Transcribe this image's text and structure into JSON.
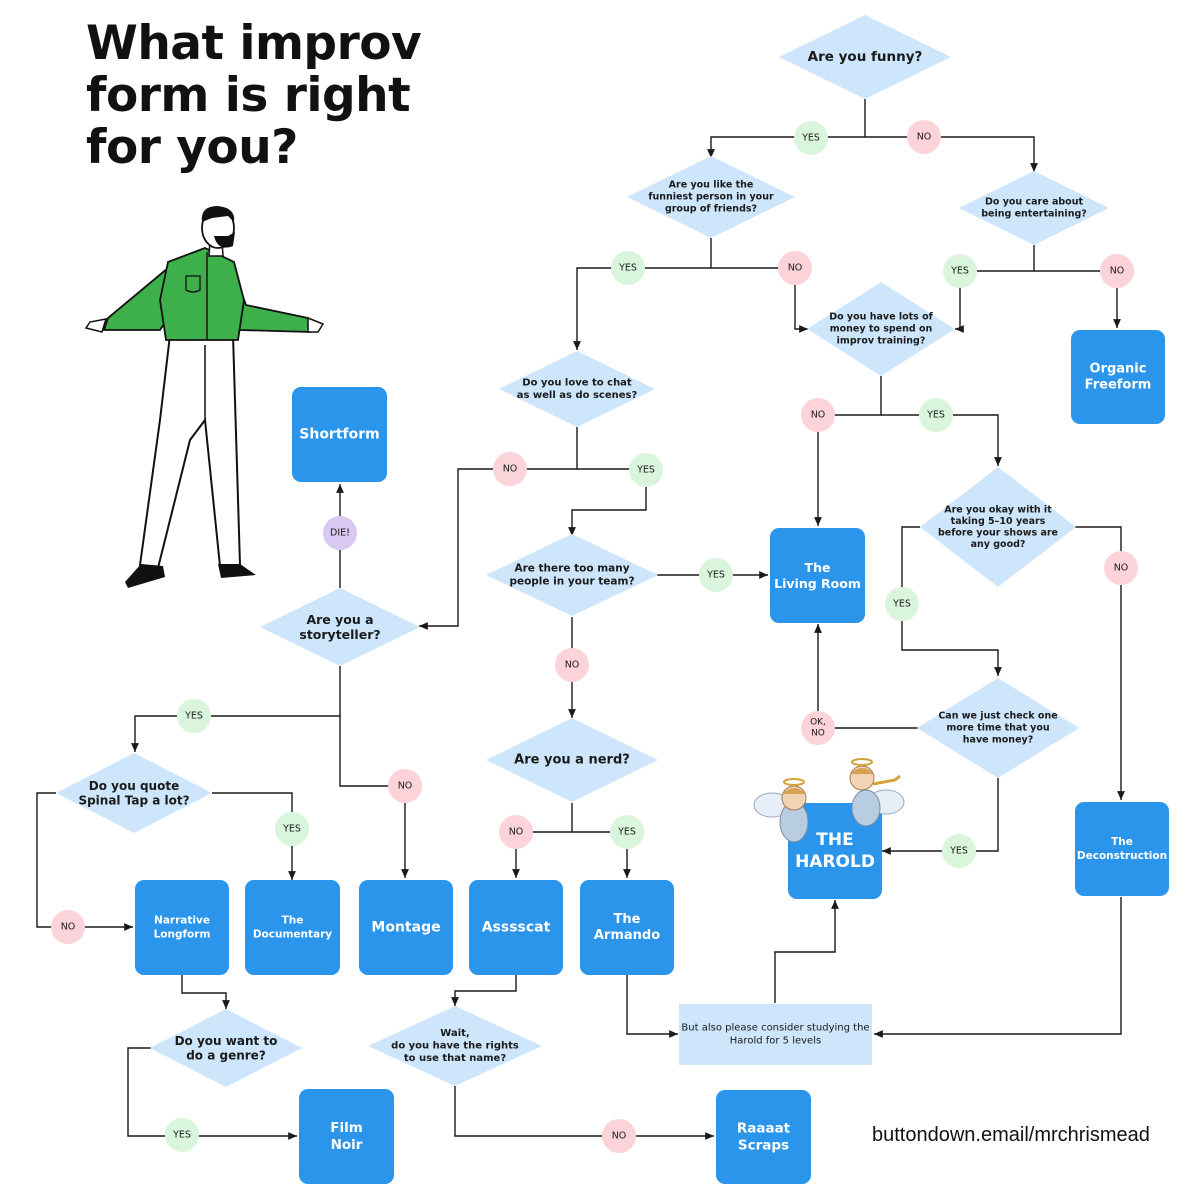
{
  "title": "What improv form is right for you?",
  "title_lines": [
    "What improv",
    "form is right",
    "for you?"
  ],
  "footer": "buttondown.email/mrchrismead",
  "colors": {
    "decision": "#cde6fb",
    "outcome": "#2b95ec",
    "note": "#cde6fb",
    "yes_badge": "#d9f5dc",
    "no_badge": "#fbd3d8",
    "die_badge": "#d9c8f1",
    "connector": "#1a1a1a",
    "figure_shirt": "#3db04b"
  },
  "decisions": [
    {
      "id": "funny",
      "lines": [
        "Are you funny?"
      ]
    },
    {
      "id": "funniest",
      "lines": [
        "Are you like the",
        "funniest person in your",
        "group of friends?"
      ]
    },
    {
      "id": "entertaining",
      "lines": [
        "Do you care about",
        "being entertaining?"
      ]
    },
    {
      "id": "money",
      "lines": [
        "Do you have lots of",
        "money to spend on",
        "improv training?"
      ]
    },
    {
      "id": "chat",
      "lines": [
        "Do you love to chat",
        "as well as do scenes?"
      ]
    },
    {
      "id": "years",
      "lines": [
        "Are you okay with it",
        "taking 5–10 years",
        "before your shows are",
        "any good?"
      ]
    },
    {
      "id": "team",
      "lines": [
        "Are there too many",
        "people in your team?"
      ]
    },
    {
      "id": "storyteller",
      "lines": [
        "Are you a",
        "storyteller?"
      ]
    },
    {
      "id": "checkmoney",
      "lines": [
        "Can we just check one",
        "more time that you",
        "have money?"
      ]
    },
    {
      "id": "nerd",
      "lines": [
        "Are you a nerd?"
      ]
    },
    {
      "id": "spinaltap",
      "lines": [
        "Do you quote",
        "Spinal Tap a lot?"
      ]
    },
    {
      "id": "genre",
      "lines": [
        "Do you want to",
        "do a genre?"
      ]
    },
    {
      "id": "rights",
      "lines": [
        "Wait,",
        "do you have the rights",
        "to use that name?"
      ]
    }
  ],
  "outcomes": [
    {
      "id": "organic",
      "lines": [
        "Organic",
        "Freeform"
      ]
    },
    {
      "id": "shortform",
      "lines": [
        "Shortform"
      ]
    },
    {
      "id": "livingroom",
      "lines": [
        "The",
        "Living Room"
      ]
    },
    {
      "id": "harold",
      "lines": [
        "THE",
        "HAROLD"
      ]
    },
    {
      "id": "deconstruction",
      "lines": [
        "The",
        "Deconstruction"
      ]
    },
    {
      "id": "narrative",
      "lines": [
        "Narrative",
        "Longform"
      ]
    },
    {
      "id": "documentary",
      "lines": [
        "The",
        "Documentary"
      ]
    },
    {
      "id": "montage",
      "lines": [
        "Montage"
      ]
    },
    {
      "id": "asssscat",
      "lines": [
        "Asssscat"
      ]
    },
    {
      "id": "armando",
      "lines": [
        "The",
        "Armando"
      ]
    },
    {
      "id": "filmnoir",
      "lines": [
        "Film",
        "Noir"
      ]
    },
    {
      "id": "raaaat",
      "lines": [
        "Raaaat",
        "Scraps"
      ]
    }
  ],
  "note": {
    "id": "alsostudy",
    "lines": [
      "But also please consider studying the",
      "Harold for 5 levels"
    ]
  },
  "badges": [
    {
      "id": "funny-yes",
      "type": "yes",
      "lines": [
        "YES"
      ]
    },
    {
      "id": "funny-no",
      "type": "no",
      "lines": [
        "NO"
      ]
    },
    {
      "id": "funniest-yes",
      "type": "yes",
      "lines": [
        "YES"
      ]
    },
    {
      "id": "funniest-no",
      "type": "no",
      "lines": [
        "NO"
      ]
    },
    {
      "id": "entertaining-yes",
      "type": "yes",
      "lines": [
        "YES"
      ]
    },
    {
      "id": "entertaining-no",
      "type": "no",
      "lines": [
        "NO"
      ]
    },
    {
      "id": "money-no",
      "type": "no",
      "lines": [
        "NO"
      ]
    },
    {
      "id": "money-yes",
      "type": "yes",
      "lines": [
        "YES"
      ]
    },
    {
      "id": "chat-no",
      "type": "no",
      "lines": [
        "NO"
      ]
    },
    {
      "id": "chat-yes",
      "type": "yes",
      "lines": [
        "YES"
      ]
    },
    {
      "id": "years-no",
      "type": "no",
      "lines": [
        "NO"
      ]
    },
    {
      "id": "years-yes",
      "type": "yes",
      "lines": [
        "YES"
      ]
    },
    {
      "id": "team-yes",
      "type": "yes",
      "lines": [
        "YES"
      ]
    },
    {
      "id": "team-no",
      "type": "no",
      "lines": [
        "NO"
      ]
    },
    {
      "id": "story-die",
      "type": "die",
      "lines": [
        "DIE!"
      ]
    },
    {
      "id": "story-yes",
      "type": "yes",
      "lines": [
        "YES"
      ]
    },
    {
      "id": "story-no",
      "type": "no",
      "lines": [
        "NO"
      ]
    },
    {
      "id": "check-okno",
      "type": "no",
      "lines": [
        "OK,",
        "NO"
      ]
    },
    {
      "id": "check-yes",
      "type": "yes",
      "lines": [
        "YES"
      ]
    },
    {
      "id": "nerd-no",
      "type": "no",
      "lines": [
        "NO"
      ]
    },
    {
      "id": "nerd-yes",
      "type": "yes",
      "lines": [
        "YES"
      ]
    },
    {
      "id": "spinal-yes",
      "type": "yes",
      "lines": [
        "YES"
      ]
    },
    {
      "id": "spinal-no",
      "type": "no",
      "lines": [
        "NO"
      ]
    },
    {
      "id": "genre-yes",
      "type": "yes",
      "lines": [
        "YES"
      ]
    },
    {
      "id": "rights-no",
      "type": "no",
      "lines": [
        "NO"
      ]
    }
  ]
}
